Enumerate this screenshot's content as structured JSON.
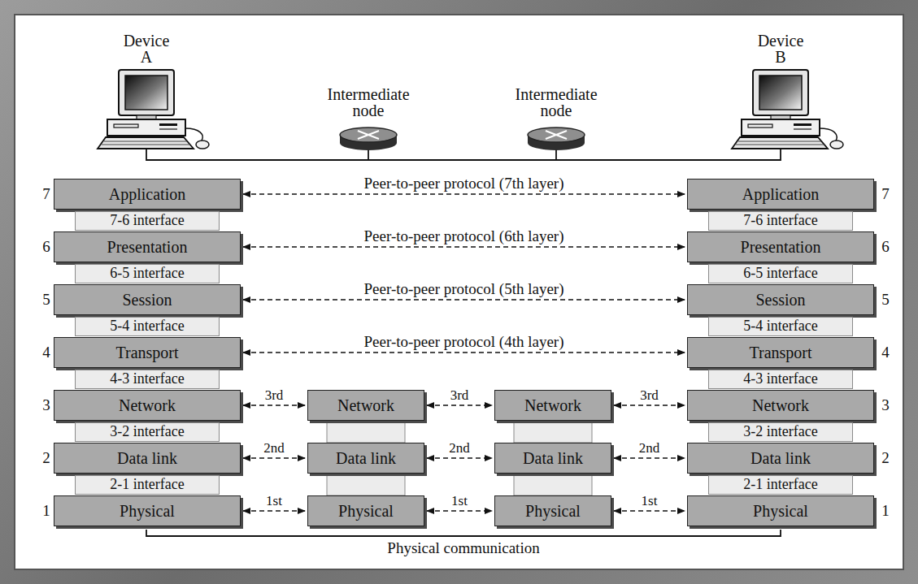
{
  "diagram": {
    "nodes": [
      {
        "text": [
          "Application"
        ]
      },
      {
        "text": [
          "7-6 interface"
        ]
      },
      {
        "text": [
          "Presentation"
        ]
      },
      {
        "text": [
          "6-5 interface"
        ]
      },
      {
        "text": [
          "Session"
        ]
      },
      {
        "text": [
          "5-4 interface"
        ]
      },
      {
        "text": [
          "Transport"
        ]
      },
      {
        "text": [
          "4-3 interface"
        ]
      },
      {
        "text": [
          "Network"
        ]
      },
      {
        "text": [
          "3-2 interface"
        ]
      },
      {
        "text": [
          "Data link"
        ]
      },
      {
        "text": [
          "2-1 interface"
        ]
      },
      {
        "text": [
          "Physical"
        ]
      },
      {
        "text": [
          "Network"
        ]
      },
      {
        "text": [
          "Data link"
        ]
      },
      {
        "text": [
          "Physical"
        ]
      },
      {
        "text": [
          "Network"
        ]
      },
      {
        "text": [
          "Data link"
        ]
      },
      {
        "text": [
          "Physical"
        ]
      },
      {
        "text": [
          "Application"
        ]
      },
      {
        "text": [
          "7-6 interface"
        ]
      },
      {
        "text": [
          "Presentation"
        ]
      },
      {
        "text": [
          "6-5 interface"
        ]
      },
      {
        "text": [
          "Session"
        ]
      },
      {
        "text": [
          "5-4 interface"
        ]
      },
      {
        "text": [
          "Transport"
        ]
      },
      {
        "text": [
          "4-3 interface"
        ]
      },
      {
        "text": [
          "Network"
        ]
      },
      {
        "text": [
          "3-2 interface"
        ]
      },
      {
        "text": [
          "Data link"
        ]
      },
      {
        "text": [
          "2-1 interface"
        ]
      },
      {
        "text": [
          "Physical"
        ]
      }
    ],
    "edges": [
      {
        "from": 0,
        "to": 19,
        "arrow": "both",
        "label": "Peer-to-peer protocol (7th layer)"
      },
      {
        "from": 2,
        "to": 21,
        "arrow": "both",
        "label": "Peer-to-peer protocol (6th layer)"
      },
      {
        "from": 4,
        "to": 23,
        "arrow": "both",
        "label": "Peer-to-peer protocol (5th layer)"
      },
      {
        "from": 6,
        "to": 25,
        "arrow": "both",
        "label": "Peer-to-peer protocol (4th layer)"
      },
      {
        "from": 8,
        "to": 13,
        "arrow": "both",
        "label": "3rd"
      },
      {
        "from": 13,
        "to": 16,
        "arrow": "both",
        "label": "3rd"
      },
      {
        "from": 16,
        "to": 27,
        "arrow": "both",
        "label": "3rd"
      },
      {
        "from": 10,
        "to": 14,
        "arrow": "both",
        "label": "2nd"
      },
      {
        "from": 14,
        "to": 17,
        "arrow": "both",
        "label": "2nd"
      },
      {
        "from": 17,
        "to": 29,
        "arrow": "both",
        "label": "2nd"
      },
      {
        "from": 12,
        "to": 15,
        "arrow": "both",
        "label": "1st"
      },
      {
        "from": 15,
        "to": 18,
        "arrow": "both",
        "label": "1st"
      },
      {
        "from": 18,
        "to": 31,
        "arrow": "both",
        "label": "1st"
      }
    ],
    "labels": [
      "Device A",
      "Intermediate node",
      "Intermediate node",
      "Device B",
      "7",
      "6",
      "5",
      "4",
      "3",
      "2",
      "1",
      "7",
      "6",
      "5",
      "4",
      "3",
      "2",
      "1",
      "Physical communication"
    ]
  }
}
